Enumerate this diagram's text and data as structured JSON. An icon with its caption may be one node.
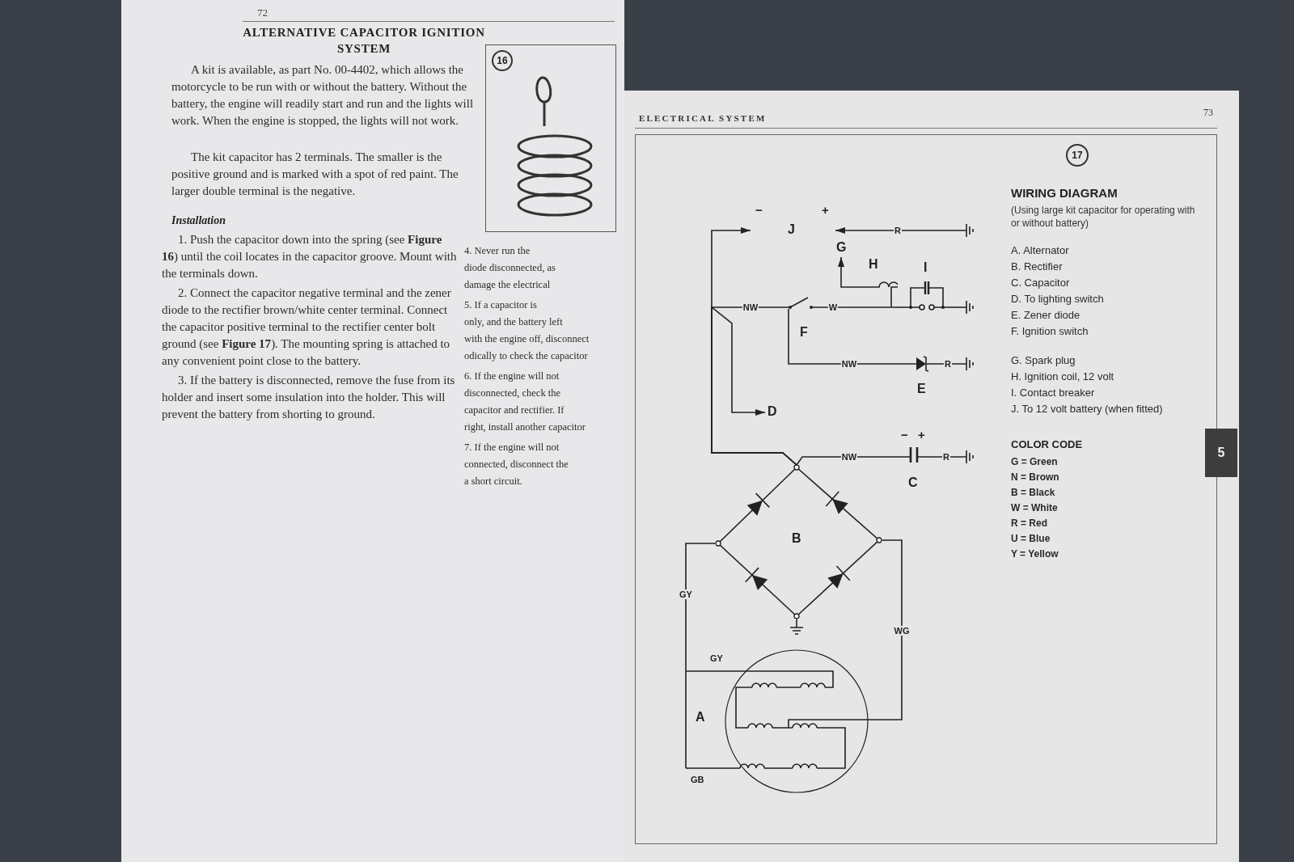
{
  "diagram": {
    "title": "WIRING DIAGRAM",
    "nodes": [
      {
        "text": [
          "J"
        ],
        "beside": [
          "−",
          "+"
        ]
      },
      {
        "text": [],
        "shape": "ground"
      },
      {
        "text": [
          "G"
        ]
      },
      {
        "text": [
          "H"
        ]
      },
      {
        "text": [
          "I"
        ]
      },
      {
        "text": [],
        "shape": "ground"
      },
      {
        "text": [
          "F"
        ]
      },
      {
        "text": [
          "E"
        ]
      },
      {
        "text": [],
        "shape": "ground"
      },
      {
        "text": [
          "D"
        ]
      },
      {
        "text": [
          "C"
        ],
        "beside": [
          "−",
          "+"
        ]
      },
      {
        "text": [],
        "shape": "ground"
      },
      {
        "text": [
          "B"
        ]
      },
      {
        "text": [],
        "shape": "ground"
      },
      {
        "text": [
          "A",
          "GY",
          "GB"
        ]
      }
    ],
    "edges": [
      {
        "from": 12,
        "to": 0,
        "arrow": "to"
      },
      {
        "from": 1,
        "to": 0,
        "arrow": "to",
        "label": "R"
      },
      {
        "from": 12,
        "to": 6,
        "arrow": "none",
        "label": "NW"
      },
      {
        "from": 6,
        "to": 3,
        "arrow": "none",
        "label": "W"
      },
      {
        "from": 3,
        "to": 2,
        "arrow": "to"
      },
      {
        "from": 3,
        "to": 4,
        "arrow": "none"
      },
      {
        "from": 4,
        "to": 5,
        "arrow": "none"
      },
      {
        "from": 6,
        "to": 7,
        "arrow": "none",
        "label": "NW"
      },
      {
        "from": 7,
        "to": 8,
        "arrow": "none",
        "label": "R"
      },
      {
        "from": 12,
        "to": 9,
        "arrow": "to"
      },
      {
        "from": 12,
        "to": 10,
        "arrow": "none",
        "label": "NW"
      },
      {
        "from": 10,
        "to": 11,
        "arrow": "none",
        "label": "R"
      },
      {
        "from": 12,
        "to": 13,
        "arrow": "none"
      },
      {
        "from": 12,
        "to": 14,
        "arrow": "none",
        "label": "GY"
      },
      {
        "from": 12,
        "to": 14,
        "arrow": "none",
        "label": "WG"
      }
    ],
    "labels": [
      "72",
      "ALTERNATIVE CAPACITOR IGNITION SYSTEM",
      "A kit is available, as part No. 00-4402, which allows the motorcycle to be run with or without the battery. Without the battery, the engine will readily start and run and the lights will work. When the engine is stopped, the lights will not work.",
      "The kit capacitor has 2 terminals. The smaller is the positive ground and is marked with a spot of red paint. The larger double terminal is the negative.",
      "16",
      "Installation",
      "1. Push the capacitor down into the spring (see **Figure 16**) until the coil locates in the capacitor groove. Mount with the terminals down.",
      "2. Connect the capacitor negative terminal and the zener diode to the rectifier brown/white center terminal. Connect the capacitor positive terminal to the rectifier center bolt ground (see **Figure 17**). The mounting spring is attached to any convenient point close to the battery.",
      "3. If the battery is disconnected, remove the fuse from its holder and insert some insulation into the holder. This will prevent the battery from shorting to ground.",
      "4. Never run the",
      "diode disconnected, as",
      "damage the electrical",
      "5. If a capacitor is",
      "only, and the battery left",
      "with the engine off, disconnect",
      "odically to check the capacitor",
      "6. If the engine will not",
      "disconnected, check the",
      "capacitor and rectifier. If",
      "right, install another capacitor",
      "7. If the engine will not",
      "connected, disconnect the",
      "a short circuit.",
      "ELECTRICAL SYSTEM",
      "73",
      "17",
      "(Using large kit capacitor for operating with or without battery)",
      "A. Alternator",
      "B. Rectifier",
      "C. Capacitor",
      "D. To lighting switch",
      "E. Zener diode",
      "F. Ignition switch",
      "G. Spark plug",
      "H. Ignition coil, 12 volt",
      "I. Contact breaker",
      "J. To 12 volt battery (when fitted)",
      "COLOR CODE",
      "G = Green",
      "N = Brown",
      "B = Black",
      "W = White",
      "R = Red",
      "U = Blue",
      "Y = Yellow",
      "5"
    ]
  }
}
